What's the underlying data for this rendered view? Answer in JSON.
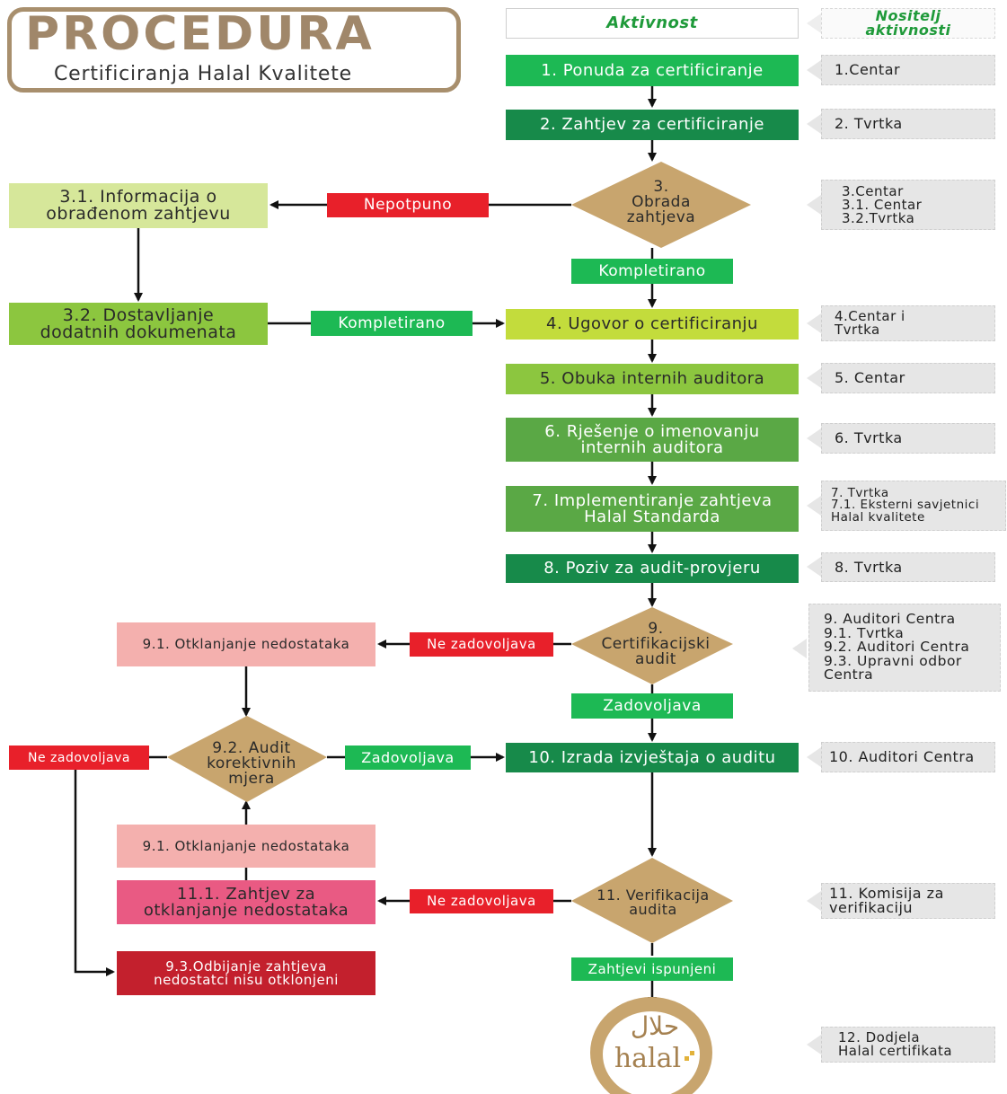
{
  "title": {
    "main": "PROCEDURA",
    "subtitle": "Certificiranja Halal Kvalitete"
  },
  "headers": {
    "activity": "Aktivnost",
    "responsible": "Nositelj\naktivnosti"
  },
  "steps": {
    "s1": "1. Ponuda za certificiranje",
    "s2": "2. Zahtjev za certificiranje",
    "s3": "3.\nObrada\nzahtjeva",
    "s3_1": "3.1. Informacija o\nobrađenom zahtjevu",
    "s3_2": "3.2. Dostavljanje\ndodatnih dokumenata",
    "s4": "4. Ugovor o certificiranju",
    "s5": "5. Obuka internih auditora",
    "s6": "6. Rješenje o imenovanju\ninternih auditora",
    "s7": "7. Implementiranje zahtjeva\nHalal Standarda",
    "s8": "8. Poziv za audit-provjeru",
    "s9": "9.\nCertifikacijski\naudit",
    "s9_1a": "9.1. Otklanjanje nedostataka",
    "s9_2": "9.2. Audit\nkorektivnih\nmjera",
    "s9_1b": "9.1. Otklanjanje nedostataka",
    "s10": "10. Izrada izvještaja o auditu",
    "s11": "11. Verifikacija\naudita",
    "s11_1": "11.1. Zahtjev za\notklanjanje nedostataka",
    "s9_3": "9.3.Odbijanje zahtjeva\nnedostatci nisu otklonjeni"
  },
  "edge_labels": {
    "nepotpuno": "Nepotpuno",
    "kompletirano_1": "Kompletirano",
    "kompletirano_2": "Kompletirano",
    "ne_zadovoljava_1": "Ne zadovoljava",
    "zadovoljava_1": "Zadovoljava",
    "ne_zadovoljava_2": "Ne zadovoljava",
    "zadovoljava_2": "Zadovoljava",
    "ne_zadovoljava_3": "Ne zadovoljava",
    "zahtjevi_ispunjeni": "Zahtjevi ispunjeni"
  },
  "roles": {
    "r1": "1.Centar",
    "r2": "2. Tvrtka",
    "r3": "3.Centar\n3.1. Centar\n3.2.Tvrtka",
    "r4": "4.Centar i\n   Tvrtka",
    "r5": "5. Centar",
    "r6": "6. Tvrtka",
    "r7": "7. Tvrtka\n7.1. Eksterni savjetnici\n        Halal kvalitete",
    "r8": "8. Tvrtka",
    "r9": "9. Auditori Centra\n9.1. Tvrtka\n9.2. Auditori Centra\n9.3. Upravni odbor\n        Centra",
    "r10": "10. Auditori Centra",
    "r11": "11. Komisija za\n       verifikaciju",
    "r12": "12. Dodjela\n      Halal certifikata"
  },
  "logo": {
    "arabic": "حلال",
    "latin": "halal"
  },
  "colors": {
    "bright_green": "#1db954",
    "dark_green": "#178a4a",
    "mid_green": "#5aa845",
    "lime_green": "#8cc63f",
    "light_lime": "#c3dc3c",
    "pale_lime": "#d6e79a",
    "diamond": "#c8a56e",
    "red": "#e8202a",
    "dark_red": "#c3202d",
    "pink": "#f4b0ae",
    "rose": "#e95a83",
    "role_grey": "#e6e6e6",
    "title_border": "#a88f6d"
  }
}
